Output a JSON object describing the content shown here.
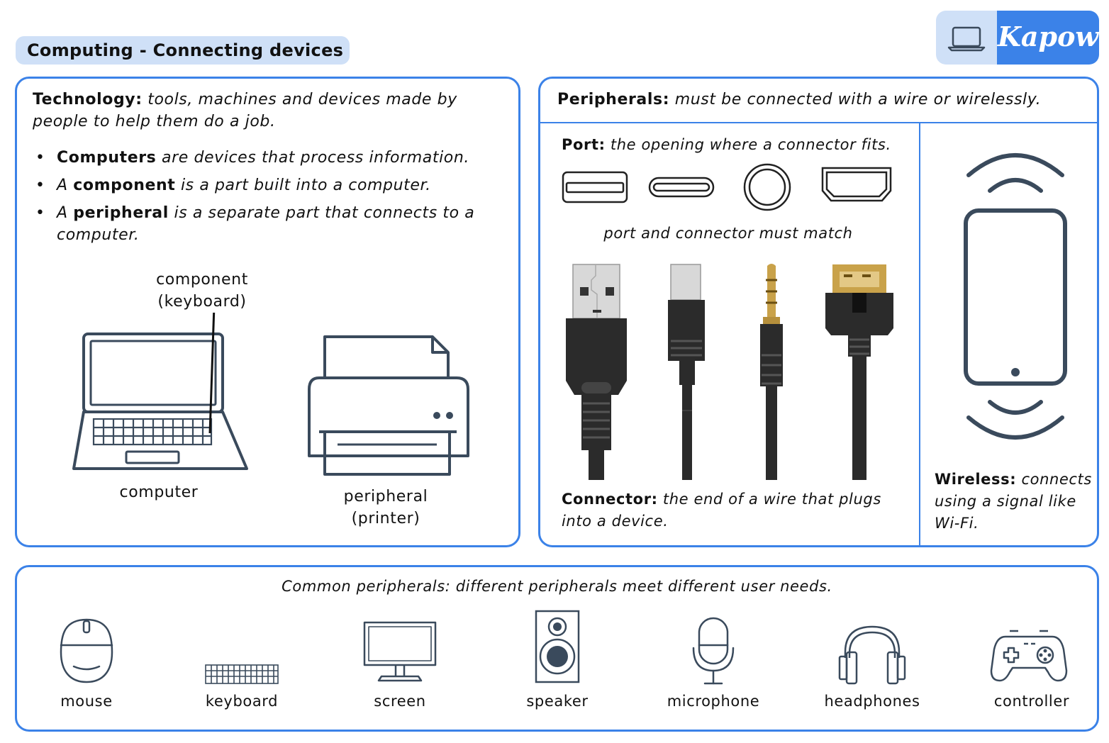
{
  "header": {
    "title": "Computing - Connecting devices",
    "brand": "Kapow"
  },
  "technology": {
    "term": "Technology:",
    "definition": " tools, machines and devices made by people to help them do a job.",
    "bullets": [
      {
        "pre": "",
        "bold": "Computers",
        "post": " are devices that process information."
      },
      {
        "pre": "A ",
        "bold": "component",
        "post": " is a part built into a computer."
      },
      {
        "pre": "A ",
        "bold": "peripheral",
        "post": " is a separate part that connects to a computer."
      }
    ],
    "component_label_1": "component",
    "component_label_2": "(keyboard)",
    "computer_label": "computer",
    "peripheral_label_1": "peripheral",
    "peripheral_label_2": "(printer)"
  },
  "peripherals": {
    "term": "Peripherals:",
    "definition": " must be connected with a wire or wirelessly.",
    "port_term": "Port:",
    "port_definition": " the opening where a connector fits.",
    "match_text": "port and connector must match",
    "connector_term": "Connector:",
    "connector_definition": " the end of a wire that plugs into a device.",
    "wireless_term": "Wireless:",
    "wireless_definition": " connects using a signal like Wi-Fi."
  },
  "common": {
    "caption": "Common peripherals: different peripherals meet different user needs.",
    "items": [
      {
        "label": "mouse",
        "icon": "mouse-icon"
      },
      {
        "label": "keyboard",
        "icon": "keyboard-icon"
      },
      {
        "label": "screen",
        "icon": "screen-icon"
      },
      {
        "label": "speaker",
        "icon": "speaker-icon"
      },
      {
        "label": "microphone",
        "icon": "microphone-icon"
      },
      {
        "label": "headphones",
        "icon": "headphones-icon"
      },
      {
        "label": "controller",
        "icon": "controller-icon"
      }
    ]
  },
  "colors": {
    "accent": "#3b82e8",
    "pill": "#cfe0f7",
    "icon_stroke": "#3a4a5c",
    "cable": "#2b2b2b",
    "gold": "#c9a24a"
  }
}
